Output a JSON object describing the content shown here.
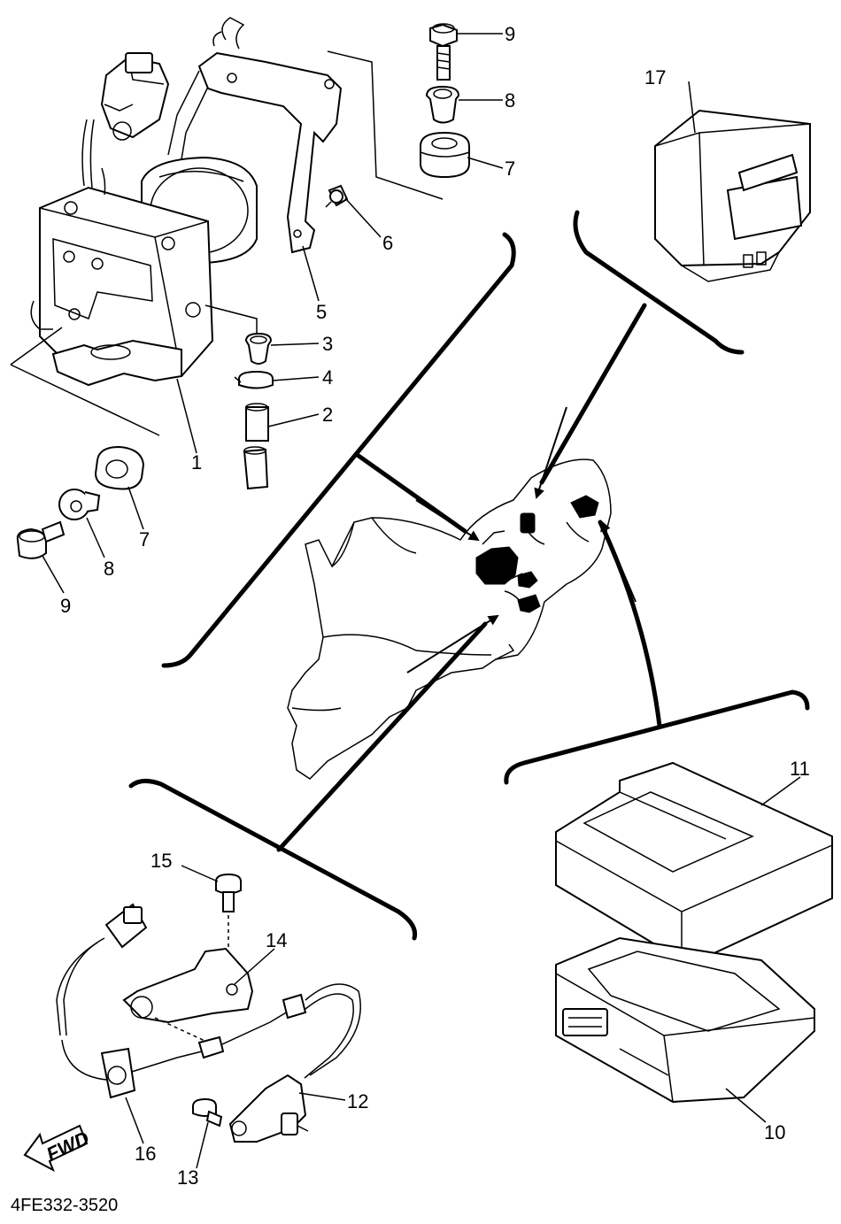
{
  "diagram": {
    "code": "4FE332-3520",
    "fwd_label": "FWD",
    "callouts": {
      "c1": "1",
      "c2": "2",
      "c3": "3",
      "c4": "4",
      "c5": "5",
      "c6": "6",
      "c7a": "7",
      "c7b": "7",
      "c8a": "8",
      "c8b": "8",
      "c9a": "9",
      "c9b": "9",
      "c10": "10",
      "c11": "11",
      "c12": "12",
      "c13": "13",
      "c14": "14",
      "c15": "15",
      "c16": "16",
      "c17": "17"
    }
  }
}
